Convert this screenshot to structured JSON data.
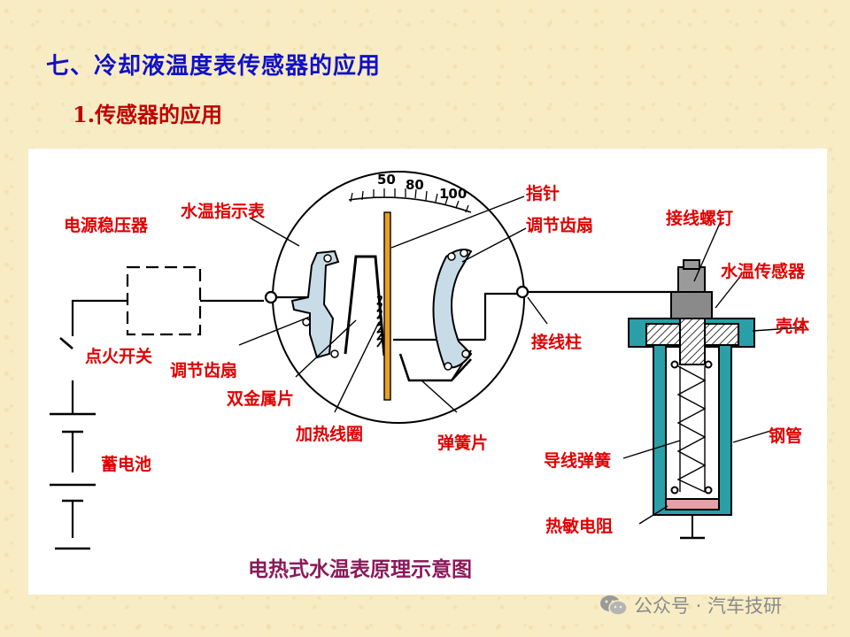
{
  "heading": "七、冷却液温度表传感器的应用",
  "subheading": "1.传感器的应用",
  "labels": {
    "power_regulator": "电源稳压器",
    "water_temp_gauge": "水温指示表",
    "pointer": "指针",
    "adjust_sector_right": "调节齿扇",
    "terminal_screw": "接线螺钉",
    "water_temp_sensor": "水温传感器",
    "housing": "壳体",
    "terminal_post": "接线柱",
    "ignition_switch": "点火开关",
    "adjust_sector_left": "调节齿扇",
    "bimetal_strip": "双金属片",
    "heating_coil": "加热线圈",
    "spring_strip": "弹簧片",
    "steel_tube": "钢管",
    "battery": "蓄电池",
    "lead_spring": "导线弹簧",
    "thermistor": "热敏电阻"
  },
  "dial_ticks": [
    "50",
    "80",
    "100"
  ],
  "caption": "电热式水温表原理示意图",
  "watermark": "公众号 · 汽车技研",
  "colors": {
    "heading": "#1010c8",
    "label": "#e00000",
    "caption": "#8a1a5a",
    "pointer": "#e8a020",
    "sector": "#c8dce8",
    "sensor_body": "#2a9fa8"
  }
}
